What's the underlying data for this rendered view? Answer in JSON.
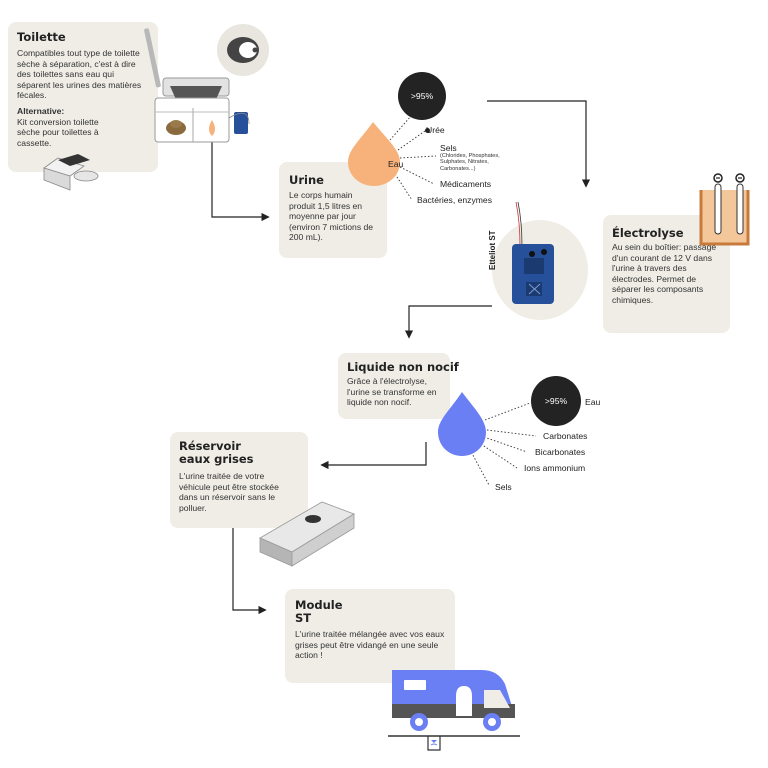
{
  "toilette": {
    "title": "Toilette",
    "body": "Compatibles tout type de toilette sèche à séparation, c'est à dire des toilettes sans eau qui séparent les urines des matières fécales.",
    "alt_title": "Alternative:",
    "alt_body": "Kit conversion toilette sèche pour toilettes à cassette."
  },
  "urine": {
    "title": "Urine",
    "body": "Le corps humain produit 1,5 litres en moyenne par jour (environ 7 mictions de 200 mL).",
    "drop_label": "Eau",
    "percent": ">95%",
    "components": [
      "Urée",
      "Sels",
      "Médicaments",
      "Bactéries, enzymes"
    ],
    "salts_detail": "(Chlorides, Phosphates, Sulphates, Nitrates, Carbonates...)"
  },
  "device": {
    "label": "Etteliot ST"
  },
  "electrolyse": {
    "title": "Électrolyse",
    "body": "Au sein du boîtier: passage d'un courant de 12 V dans l'urine à travers des électrodes. Permet de séparer les composants chimiques."
  },
  "liquide": {
    "title": "Liquide non nocif",
    "body": "Grâce à l'électrolyse, l'urine se transforme en liquide non nocif.",
    "percent": ">95%",
    "water_label": "Eau",
    "components": [
      "Carbonates",
      "Bicarbonates",
      "Ions ammonium",
      "Sels"
    ]
  },
  "reservoir": {
    "title": "Réservoir eaux grises",
    "body": "L'urine traitée de votre véhicule peut être stockée dans un réservoir sans le polluer."
  },
  "module": {
    "title": "Module ST",
    "body": "L'urine traitée mélangée avec vos eaux grises peut être vidangé en une seule action !"
  },
  "colors": {
    "card": "#efede6",
    "urine": "#f6b27a",
    "treated": "#6b7ff5",
    "dark": "#232323",
    "device_blue": "#27509a"
  }
}
